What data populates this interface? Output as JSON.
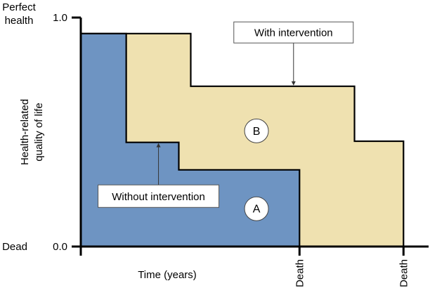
{
  "chart_data": {
    "type": "area",
    "ylabel": "Health-related quality of life",
    "xlabel": "Time (years)",
    "ylim": [
      0,
      1
    ],
    "y_end_labels": {
      "top": "Perfect health",
      "bottom": "Dead"
    },
    "y_ticks": [
      {
        "value": 0.0,
        "label": "0.0"
      },
      {
        "value": 1.0,
        "label": "1.0"
      }
    ],
    "x_markers": [
      {
        "x": 9.15,
        "label": "Death"
      },
      {
        "x": 13.5,
        "label": "Death"
      }
    ],
    "xlim": [
      0,
      14.55
    ],
    "grid": false,
    "legend": "none",
    "colors": {
      "without": "#6e94c2",
      "with": "#efe1b0",
      "outline": "#000000",
      "label_circle_fill": "#ffffff"
    },
    "series": [
      {
        "name": "Without intervention",
        "area_label": "A",
        "annotation_point": {
          "x": 3.25,
          "y": 0.455
        },
        "annotation_box_center": {
          "x": 3.25,
          "y": 0.22
        },
        "label_position": {
          "x": 7.35,
          "y": 0.165
        },
        "steps": [
          {
            "x0": 0.0,
            "x1": 1.9,
            "y": 0.93
          },
          {
            "x0": 1.9,
            "x1": 4.1,
            "y": 0.455
          },
          {
            "x0": 4.1,
            "x1": 9.15,
            "y": 0.335
          }
        ]
      },
      {
        "name": "With intervention",
        "area_label": "B",
        "annotation_point": {
          "x": 8.9,
          "y": 0.7
        },
        "annotation_box_center": {
          "x": 8.9,
          "y": 0.935
        },
        "label_position": {
          "x": 7.35,
          "y": 0.505
        },
        "steps": [
          {
            "x0": 0.0,
            "x1": 4.6,
            "y": 0.93
          },
          {
            "x0": 4.6,
            "x1": 11.45,
            "y": 0.7
          },
          {
            "x0": 11.45,
            "x1": 13.5,
            "y": 0.46
          }
        ]
      }
    ]
  }
}
